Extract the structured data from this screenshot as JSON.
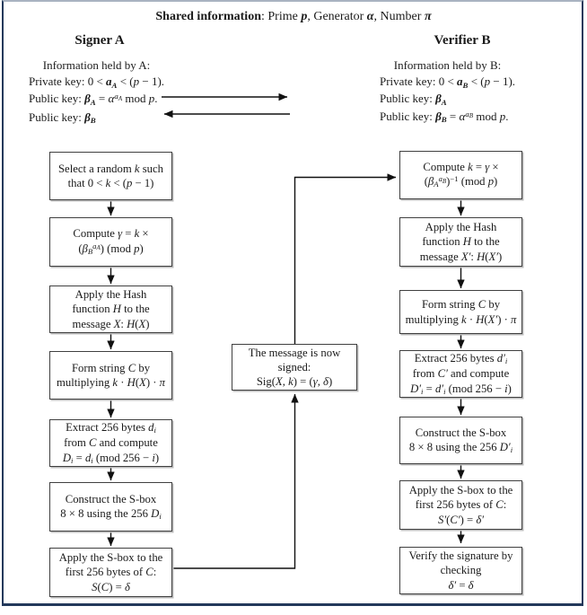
{
  "colors": {
    "frame_side_bottom": "#23395b",
    "frame_top": "#a9b3c1",
    "box_border": "#404040",
    "arrow": "#111111",
    "background": "#ffffff"
  },
  "header": {
    "line": [
      [
        "b",
        "Shared information"
      ],
      [
        "n",
        ": Prime "
      ],
      [
        "bi",
        "p"
      ],
      [
        "n",
        ", Generator "
      ],
      [
        "bi",
        "α"
      ],
      [
        "n",
        ", Number "
      ],
      [
        "bi",
        "π"
      ]
    ]
  },
  "columns": {
    "signer": {
      "title": "Signer A",
      "info_lines": [
        [
          [
            "n",
            "Information held by A:"
          ]
        ],
        [
          [
            "n",
            "Private key: 0 < "
          ],
          [
            "bi",
            "a"
          ],
          [
            "bisub",
            "A"
          ],
          [
            "n",
            " < ("
          ],
          [
            "i",
            "p"
          ],
          [
            "n",
            " − 1)."
          ]
        ],
        [
          [
            "n",
            "Public key: "
          ],
          [
            "bi",
            "β"
          ],
          [
            "bisub",
            "A"
          ],
          [
            "n",
            " = "
          ],
          [
            "i",
            "α"
          ],
          [
            "sup",
            "a"
          ],
          [
            "supsub",
            "A"
          ],
          [
            "n",
            " mod "
          ],
          [
            "i",
            "p"
          ],
          [
            "n",
            "."
          ]
        ],
        [
          [
            "n",
            "Public key: "
          ],
          [
            "bi",
            "β"
          ],
          [
            "bisub",
            "B"
          ]
        ]
      ]
    },
    "verifier": {
      "title": "Verifier B",
      "info_lines": [
        [
          [
            "n",
            "Information held by B:"
          ]
        ],
        [
          [
            "n",
            "Private key: 0 < "
          ],
          [
            "bi",
            "a"
          ],
          [
            "bisub",
            "B"
          ],
          [
            "n",
            " < ("
          ],
          [
            "i",
            "p"
          ],
          [
            "n",
            " − 1)."
          ]
        ],
        [
          [
            "n",
            "Public key: "
          ],
          [
            "bi",
            "β"
          ],
          [
            "bisub",
            "A"
          ]
        ],
        [
          [
            "n",
            "Public key: "
          ],
          [
            "bi",
            "β"
          ],
          [
            "bisub",
            "B"
          ],
          [
            "n",
            " = "
          ],
          [
            "i",
            "α"
          ],
          [
            "sup",
            "a"
          ],
          [
            "supsub",
            "B"
          ],
          [
            "n",
            " mod "
          ],
          [
            "i",
            "p"
          ],
          [
            "n",
            "."
          ]
        ]
      ]
    }
  },
  "flow": {
    "signer_steps": [
      {
        "lines": [
          [
            [
              "n",
              "Select a random "
            ],
            [
              "i",
              "k"
            ],
            [
              "n",
              " such"
            ]
          ],
          [
            [
              "n",
              "that 0 < "
            ],
            [
              "i",
              "k"
            ],
            [
              "n",
              " <  ("
            ],
            [
              "i",
              "p"
            ],
            [
              "n",
              "  −  1)"
            ]
          ]
        ]
      },
      {
        "lines": [
          [
            [
              "n",
              "Compute "
            ],
            [
              "i",
              "γ"
            ],
            [
              "n",
              " = "
            ],
            [
              "i",
              "k"
            ],
            [
              "n",
              " ×"
            ]
          ],
          [
            [
              "n",
              "("
            ],
            [
              "i",
              "β"
            ],
            [
              "sub",
              "B"
            ],
            [
              "sup",
              "a"
            ],
            [
              "supsub",
              "A"
            ],
            [
              "n",
              ") (mod "
            ],
            [
              "i",
              "p"
            ],
            [
              "n",
              ")"
            ]
          ]
        ]
      },
      {
        "lines": [
          [
            [
              "n",
              "Apply the Hash"
            ]
          ],
          [
            [
              "n",
              "function "
            ],
            [
              "i",
              "H"
            ],
            [
              "n",
              " to the"
            ]
          ],
          [
            [
              "n",
              "message "
            ],
            [
              "i",
              "X"
            ],
            [
              "n",
              ": "
            ],
            [
              "i",
              "H"
            ],
            [
              "n",
              "("
            ],
            [
              "i",
              "X"
            ],
            [
              "n",
              ")"
            ]
          ]
        ]
      },
      {
        "lines": [
          [
            [
              "n",
              "Form string "
            ],
            [
              "i",
              "C"
            ],
            [
              "n",
              " by"
            ]
          ],
          [
            [
              "n",
              "multiplying "
            ],
            [
              "i",
              "k"
            ],
            [
              "n",
              " · "
            ],
            [
              "i",
              "H"
            ],
            [
              "n",
              "("
            ],
            [
              "i",
              "X"
            ],
            [
              "n",
              ") · "
            ],
            [
              "i",
              "π"
            ]
          ]
        ]
      },
      {
        "lines": [
          [
            [
              "n",
              "Extract 256 bytes "
            ],
            [
              "i",
              "d"
            ],
            [
              "sub",
              "i"
            ]
          ],
          [
            [
              "n",
              "from "
            ],
            [
              "i",
              "C"
            ],
            [
              "n",
              " and compute"
            ]
          ],
          [
            [
              "i",
              "D"
            ],
            [
              "sub",
              "i"
            ],
            [
              "n",
              " = "
            ],
            [
              "i",
              "d"
            ],
            [
              "sub",
              "i"
            ],
            [
              "n",
              " (mod 256 − "
            ],
            [
              "i",
              "i"
            ],
            [
              "n",
              ")"
            ]
          ]
        ]
      },
      {
        "lines": [
          [
            [
              "n",
              "Construct the S-box"
            ]
          ],
          [
            [
              "n",
              "8 × 8 using the 256 "
            ],
            [
              "i",
              "D"
            ],
            [
              "sub",
              "i"
            ]
          ]
        ]
      },
      {
        "lines": [
          [
            [
              "n",
              "Apply the S-box to the"
            ]
          ],
          [
            [
              "n",
              "first 256 bytes of  "
            ],
            [
              "i",
              "C"
            ],
            [
              "n",
              ":"
            ]
          ],
          [
            [
              "i",
              "S"
            ],
            [
              "n",
              "("
            ],
            [
              "i",
              "C"
            ],
            [
              "n",
              ") = "
            ],
            [
              "i",
              "δ"
            ]
          ]
        ]
      }
    ],
    "middle": {
      "lines": [
        [
          [
            "n",
            "The message is now"
          ]
        ],
        [
          [
            "n",
            "signed:"
          ]
        ],
        [
          [
            "n",
            "Sig("
          ],
          [
            "i",
            "X"
          ],
          [
            "n",
            ", "
          ],
          [
            "i",
            "k"
          ],
          [
            "n",
            ") = ("
          ],
          [
            "i",
            "γ"
          ],
          [
            "n",
            ", "
          ],
          [
            "i",
            "δ"
          ],
          [
            "n",
            ")"
          ]
        ]
      ]
    },
    "verifier_steps": [
      {
        "lines": [
          [
            [
              "n",
              "Compute "
            ],
            [
              "i",
              "k"
            ],
            [
              "n",
              " = "
            ],
            [
              "i",
              "γ"
            ],
            [
              "n",
              " ×"
            ]
          ],
          [
            [
              "n",
              "("
            ],
            [
              "i",
              "β"
            ],
            [
              "sub",
              "A"
            ],
            [
              "sup",
              "a"
            ],
            [
              "supsub",
              "B"
            ],
            [
              "n",
              ")"
            ],
            [
              "supn",
              "−1"
            ],
            [
              "n",
              " (mod "
            ],
            [
              "i",
              "p"
            ],
            [
              "n",
              ")"
            ]
          ]
        ]
      },
      {
        "lines": [
          [
            [
              "n",
              "Apply the Hash"
            ]
          ],
          [
            [
              "n",
              "function "
            ],
            [
              "i",
              "H"
            ],
            [
              "n",
              " to the"
            ]
          ],
          [
            [
              "n",
              "message "
            ],
            [
              "i",
              "X′"
            ],
            [
              "n",
              ": "
            ],
            [
              "i",
              "H"
            ],
            [
              "n",
              "("
            ],
            [
              "i",
              "X′"
            ],
            [
              "n",
              ")"
            ]
          ]
        ]
      },
      {
        "lines": [
          [
            [
              "n",
              "Form string "
            ],
            [
              "i",
              "C"
            ],
            [
              "n",
              " by"
            ]
          ],
          [
            [
              "n",
              "multiplying "
            ],
            [
              "i",
              "k"
            ],
            [
              "n",
              " · "
            ],
            [
              "i",
              "H"
            ],
            [
              "n",
              "("
            ],
            [
              "i",
              "X′"
            ],
            [
              "n",
              ") · "
            ],
            [
              "i",
              "π"
            ]
          ]
        ]
      },
      {
        "lines": [
          [
            [
              "n",
              "Extract 256 bytes "
            ],
            [
              "i",
              "d′"
            ],
            [
              "sub",
              "i"
            ]
          ],
          [
            [
              "n",
              "from "
            ],
            [
              "i",
              "C′"
            ],
            [
              "n",
              " and compute"
            ]
          ],
          [
            [
              "i",
              "D′"
            ],
            [
              "sub",
              "i"
            ],
            [
              "n",
              " = "
            ],
            [
              "i",
              "d′"
            ],
            [
              "sub",
              "i"
            ],
            [
              "n",
              " (mod 256 − "
            ],
            [
              "i",
              "i"
            ],
            [
              "n",
              ")"
            ]
          ]
        ]
      },
      {
        "lines": [
          [
            [
              "n",
              "Construct the S-box"
            ]
          ],
          [
            [
              "n",
              "8 × 8 using the 256 "
            ],
            [
              "i",
              "D′"
            ],
            [
              "sub",
              "i"
            ]
          ]
        ]
      },
      {
        "lines": [
          [
            [
              "n",
              "Apply the S-box to the"
            ]
          ],
          [
            [
              "n",
              "first 256 bytes of  "
            ],
            [
              "i",
              "C"
            ],
            [
              "n",
              ":"
            ]
          ],
          [
            [
              "i",
              "S′"
            ],
            [
              "n",
              "("
            ],
            [
              "i",
              "C′"
            ],
            [
              "n",
              ") = "
            ],
            [
              "i",
              "δ′"
            ]
          ]
        ]
      },
      {
        "lines": [
          [
            [
              "n",
              "Verify the signature by"
            ]
          ],
          [
            [
              "n",
              "checking"
            ]
          ],
          [
            [
              "i",
              "δ′"
            ],
            [
              "n",
              " = "
            ],
            [
              "i",
              "δ"
            ]
          ]
        ]
      }
    ]
  }
}
